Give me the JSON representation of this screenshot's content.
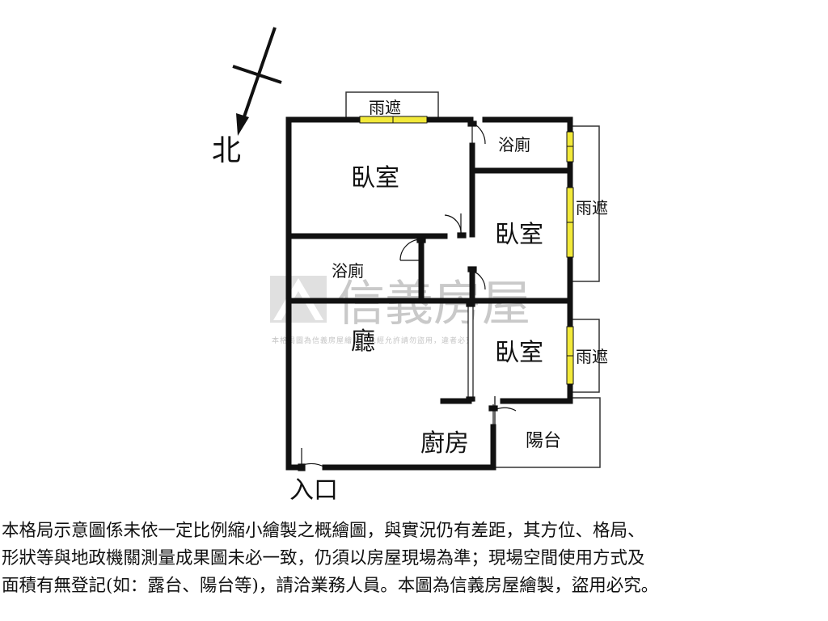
{
  "compass": {
    "north_label": "北"
  },
  "rooms": {
    "bedroom_top_left": "臥室",
    "bathroom_top_right": "浴廁",
    "bedroom_middle_right": "臥室",
    "bathroom_middle": "浴廁",
    "living_room": "廳",
    "bedroom_bottom_right": "臥室",
    "kitchen": "廚房",
    "balcony": "陽台"
  },
  "canopies": {
    "top": "雨遮",
    "right_upper": "雨遮",
    "right_lower": "雨遮"
  },
  "entrance_label": "入口",
  "watermark": {
    "brand": "信義房屋",
    "fine_print": "本格局圖為信義房屋繪製，未經允許請勿盜用，違者必究"
  },
  "disclaimer": {
    "line1": "本格局示意圖係未依一定比例縮小繪製之概繪圖，與實況仍有差距，其方位、格局、",
    "line2": "形狀等與地政機關測量成果圖未必一致，仍須以房屋現場為準；現場空間使用方式及",
    "line3": "面積有無登記(如：露台、陽台等)，請洽業務人員。本圖為信義房屋繪製，盜用必究。"
  },
  "colors": {
    "wall": "#111111",
    "window_fill": "#f2e93a",
    "watermark": "#b8b8b8"
  }
}
